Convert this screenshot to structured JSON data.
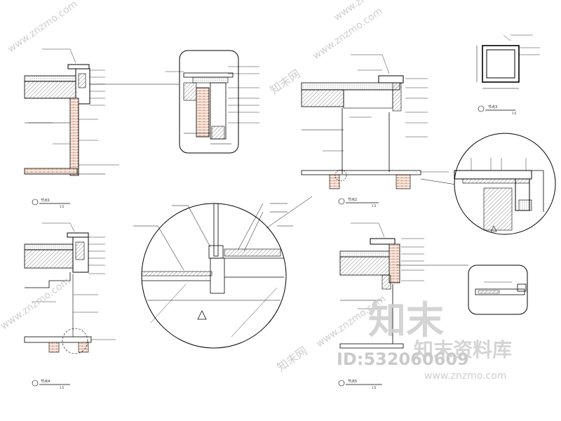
{
  "watermark": {
    "brand_cn": "知末网",
    "brand_url_diag": "www.znzmo.com",
    "logo_cn": "知末",
    "library_cn": "知末资料库",
    "id_text": "ID:532060609",
    "url": "www.znzmo.com"
  },
  "details": [
    {
      "id": "detail-1",
      "title": "节点1",
      "scale": "1:5"
    },
    {
      "id": "detail-2",
      "title": "节点2",
      "scale": "1:5"
    },
    {
      "id": "detail-3",
      "title": "节点3",
      "scale": "1:5"
    },
    {
      "id": "detail-4",
      "title": "节点4",
      "scale": "1:5"
    },
    {
      "id": "detail-5",
      "title": "节点5",
      "scale": "1:5"
    }
  ],
  "colors": {
    "line": "#000000",
    "hatch": "#555555",
    "brick": "#c85a2a",
    "watermark": "#c9c9c9"
  }
}
